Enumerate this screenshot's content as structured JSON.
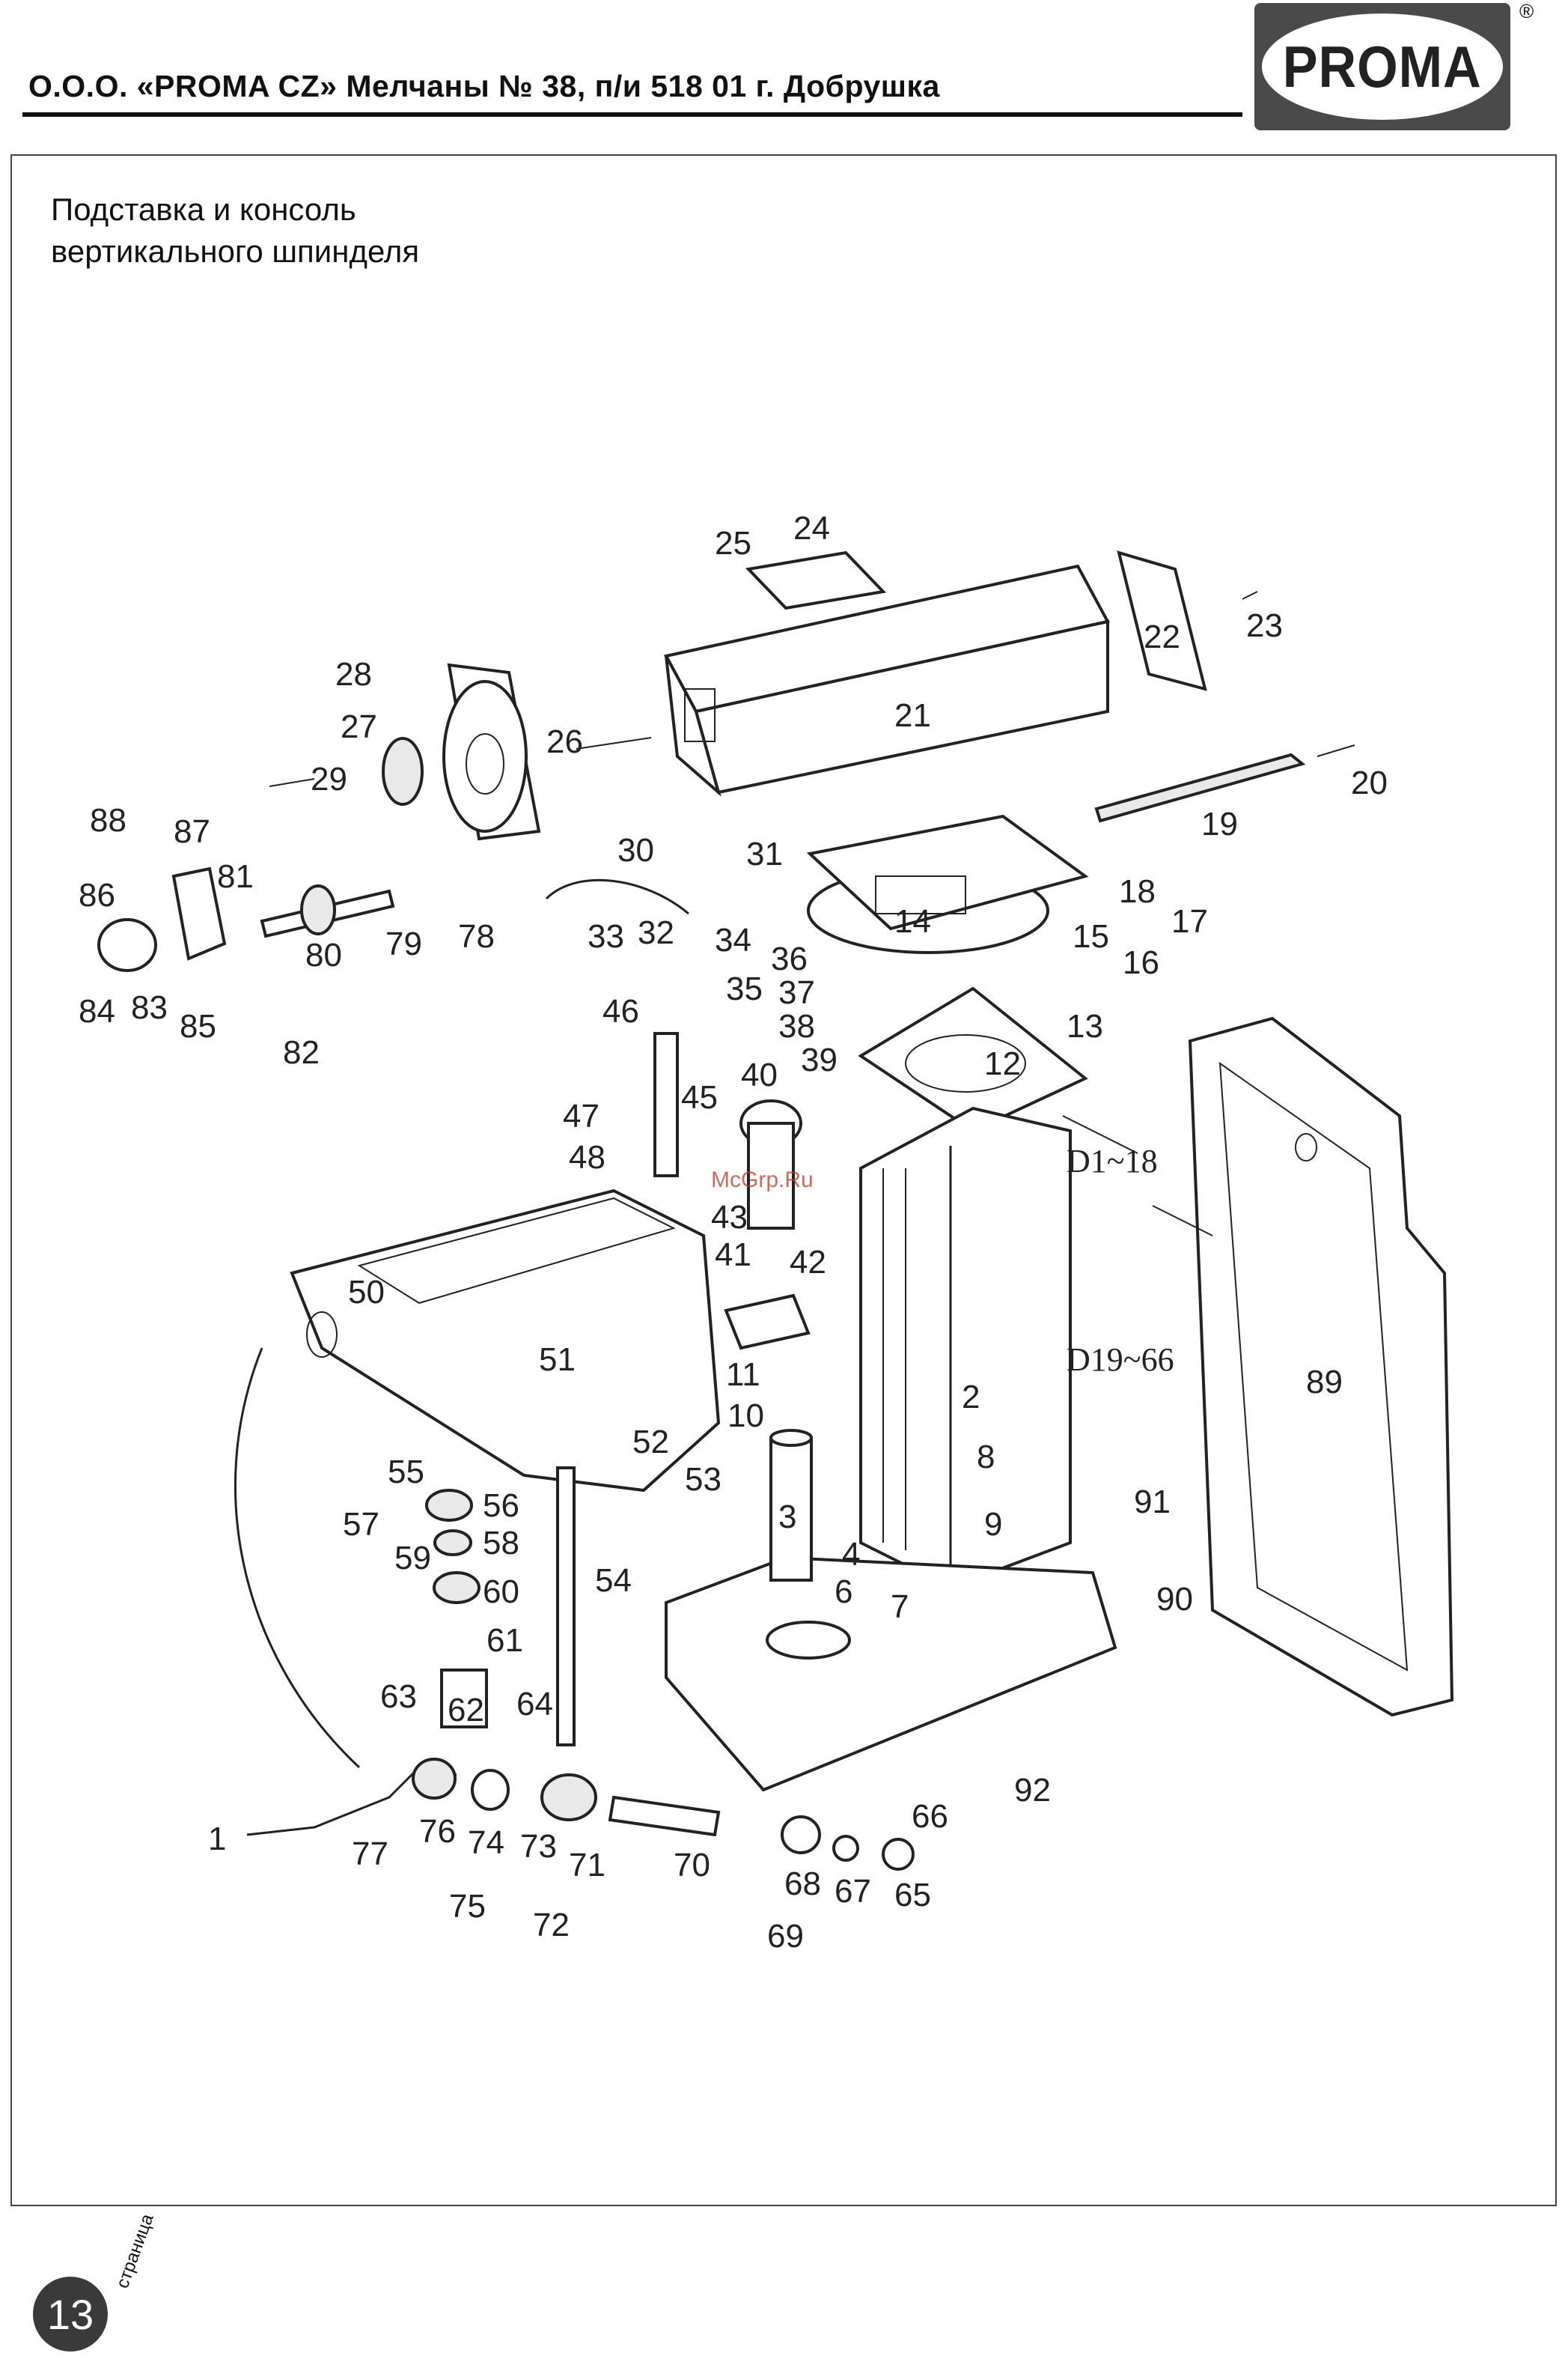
{
  "header": {
    "company_line": "О.О.О. «PROMA CZ» Мелчаны № 38, п/и 518 01 г. Добрушка",
    "logo_text": "PROMA",
    "registered_mark": "®"
  },
  "section": {
    "title_line1": "Подставка и консоль",
    "title_line2": "вертикального шпинделя"
  },
  "diagram": {
    "watermark": "McGrp.Ru",
    "part_labels": [
      "1",
      "2",
      "3",
      "4",
      "6",
      "7",
      "8",
      "9",
      "10",
      "11",
      "12",
      "13",
      "14",
      "15",
      "16",
      "17",
      "18",
      "19",
      "20",
      "21",
      "22",
      "23",
      "24",
      "25",
      "26",
      "27",
      "28",
      "29",
      "30",
      "31",
      "32",
      "33",
      "34",
      "35",
      "36",
      "37",
      "38",
      "39",
      "40",
      "41",
      "42",
      "43",
      "45",
      "46",
      "47",
      "48",
      "50",
      "51",
      "52",
      "53",
      "54",
      "55",
      "56",
      "57",
      "58",
      "59",
      "60",
      "61",
      "62",
      "63",
      "64",
      "65",
      "66",
      "67",
      "68",
      "69",
      "70",
      "71",
      "72",
      "73",
      "74",
      "75",
      "76",
      "77",
      "78",
      "79",
      "80",
      "81",
      "82",
      "83",
      "84",
      "85",
      "86",
      "87",
      "88",
      "89",
      "90",
      "91",
      "92"
    ],
    "range_labels": [
      "D1~18",
      "D19~66"
    ]
  },
  "footer": {
    "page_number": "13",
    "page_word": "страница"
  }
}
